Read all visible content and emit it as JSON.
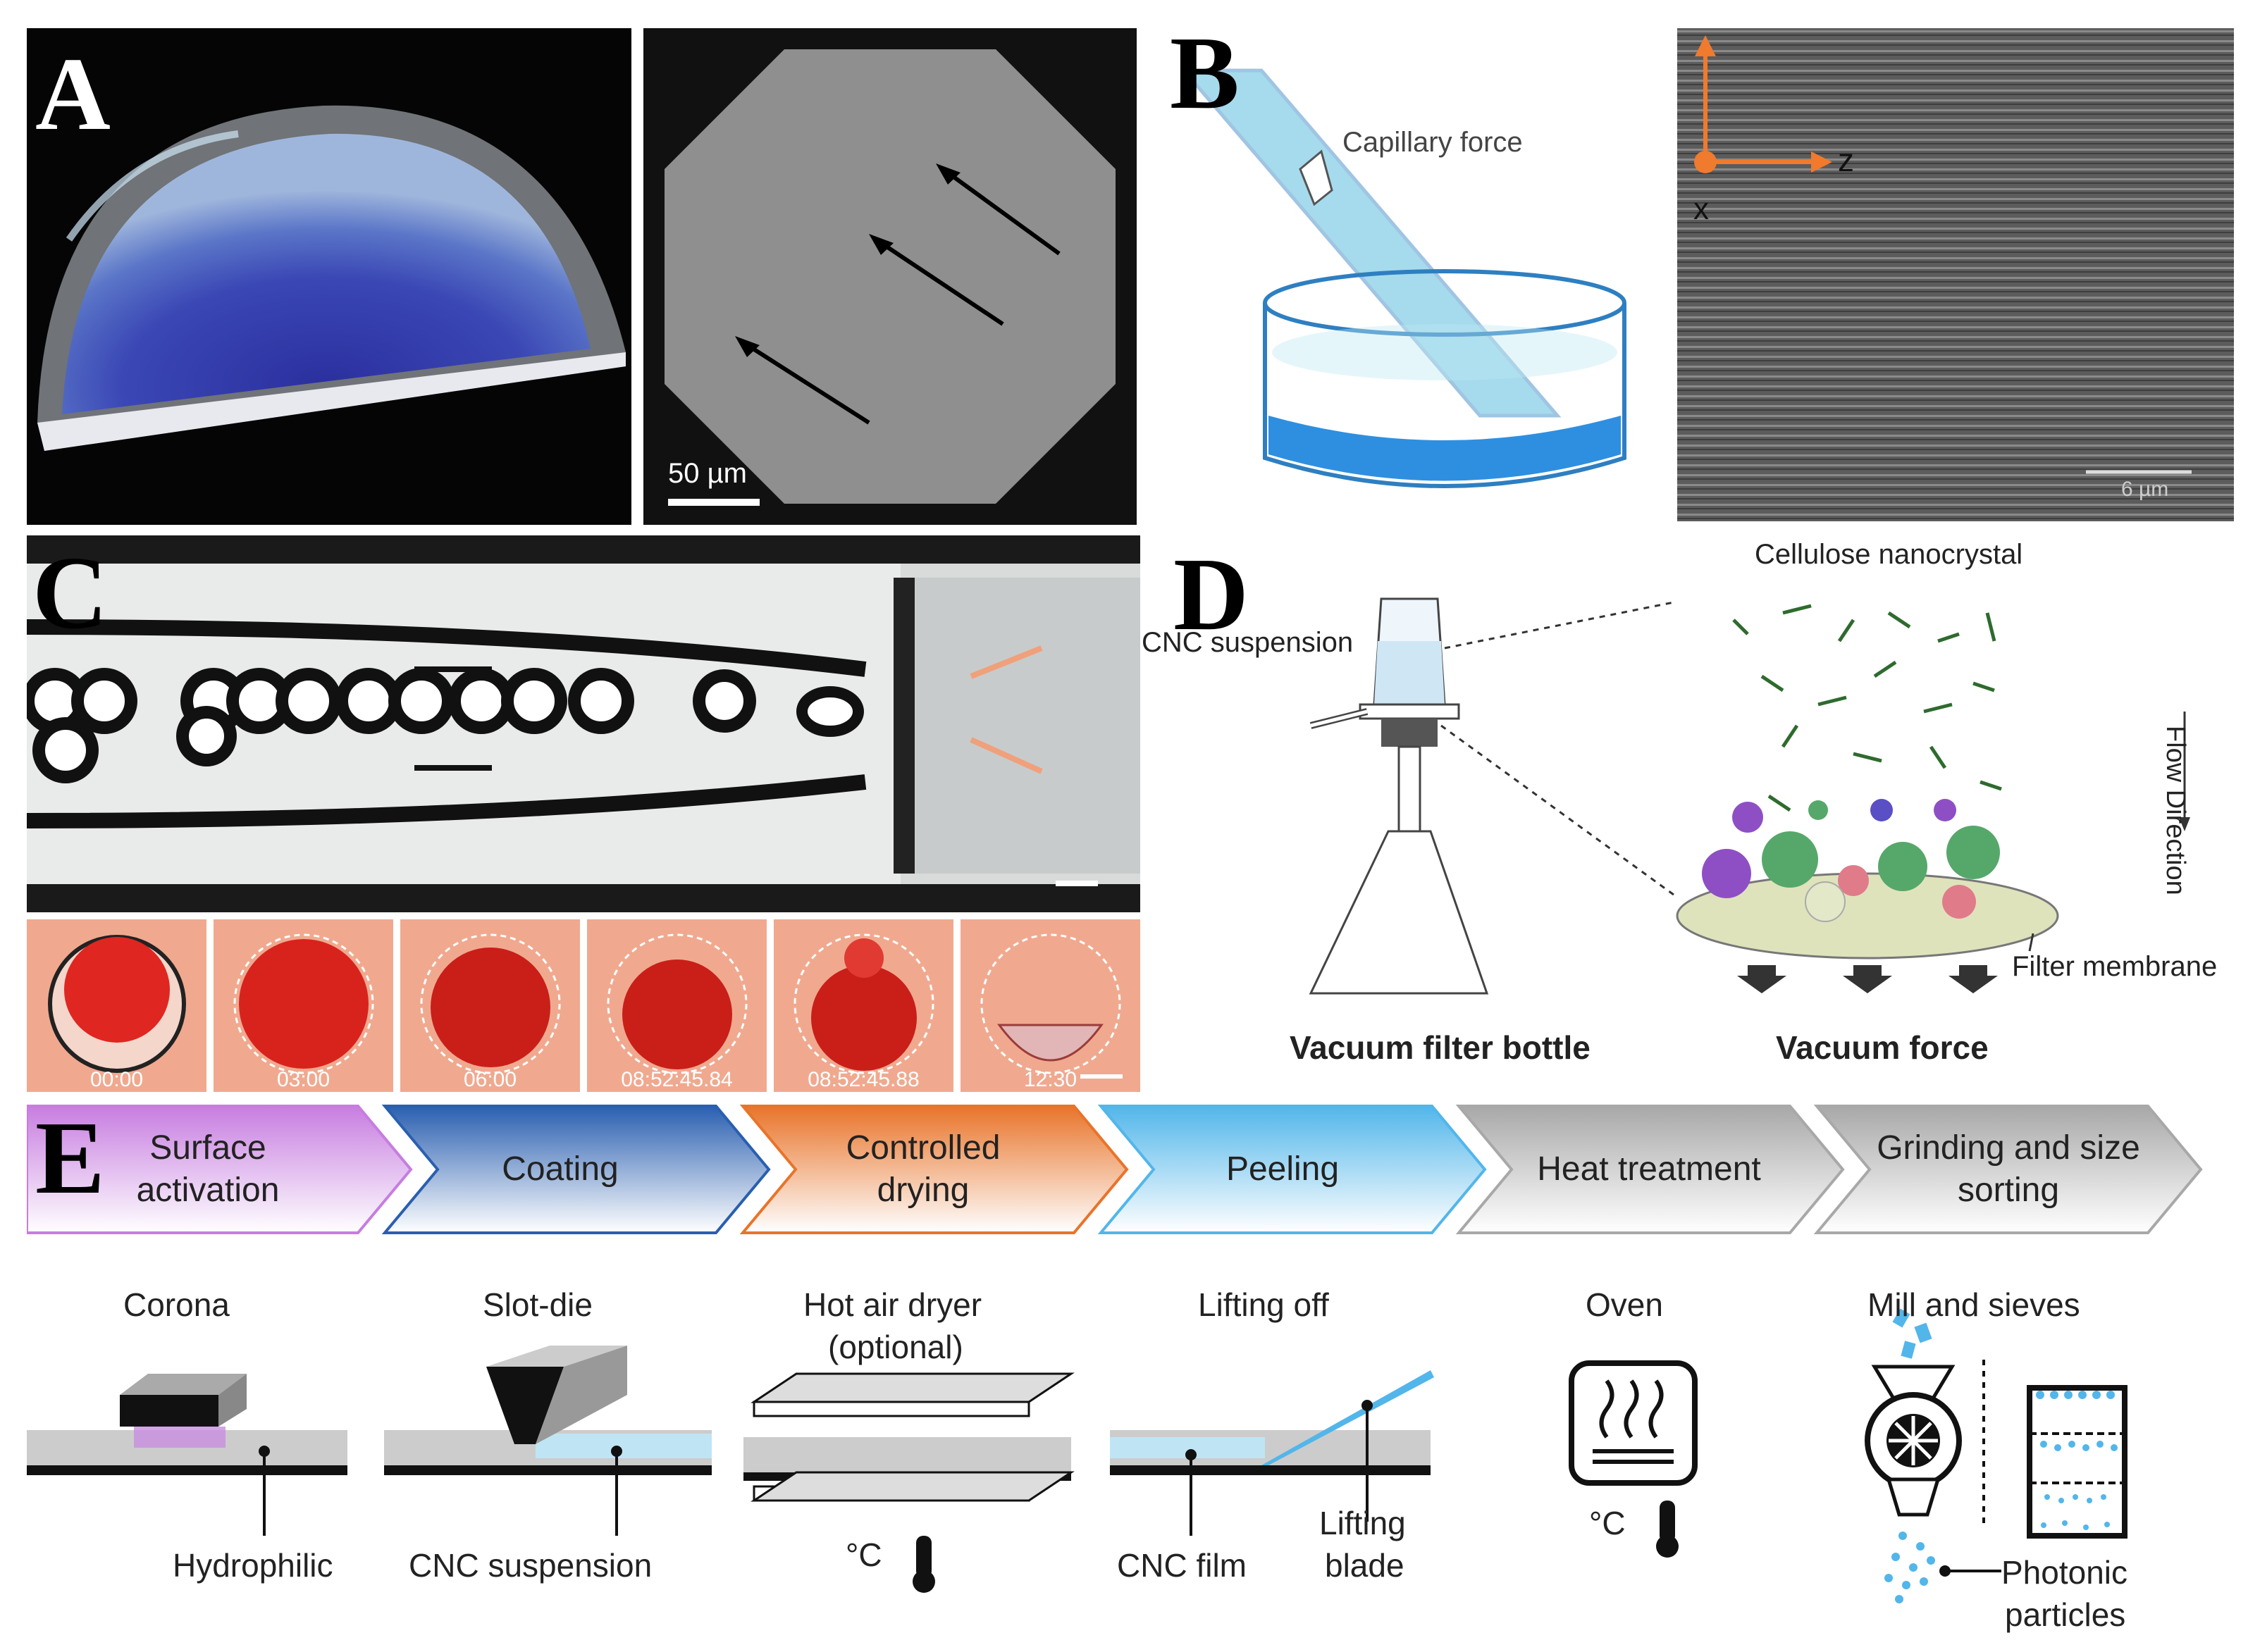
{
  "panels": {
    "A": {
      "letter": "A",
      "scale_bar": "50 µm"
    },
    "B": {
      "letter": "B",
      "capillary_label": "Capillary force",
      "axis_z": "z",
      "axis_x": "x",
      "scale_bar": "6 µm"
    },
    "C": {
      "letter": "C",
      "timestamps": [
        "00:00",
        "03:00",
        "06:00",
        "08:52:45.84",
        "08:52:45.88",
        "12:30"
      ]
    },
    "D": {
      "letter": "D",
      "cnc_suspension": "CNC suspension",
      "cellulose_nanocrystal": "Cellulose nanocrystal",
      "flow_direction": "Flow Direction",
      "filter_membrane": "Filter membrane",
      "vacuum_filter_bottle": "Vacuum filter bottle",
      "vacuum_force": "Vacuum force"
    },
    "E": {
      "letter": "E",
      "steps": [
        {
          "label": "Surface activation",
          "color": "#c77de0"
        },
        {
          "label": "Coating",
          "color": "#2a5fb0"
        },
        {
          "label": "Controlled drying",
          "color": "#e8742a"
        },
        {
          "label": "Peeling",
          "color": "#52b6ea"
        },
        {
          "label": "Heat treatment",
          "color": "#a8a8a8"
        },
        {
          "label": "Grinding and size sorting",
          "color": "#a8a8a8"
        }
      ],
      "tools": {
        "corona": "Corona",
        "hydrophilic": "Hydrophilic",
        "slot_die": "Slot-die",
        "cnc_suspension": "CNC suspension",
        "hot_air_dryer": "Hot air dryer",
        "optional": "(optional)",
        "deg_c_1": "°C",
        "lifting_off": "Lifting off",
        "cnc_film": "CNC film",
        "lifting": "Lifting",
        "blade": "blade",
        "oven": "Oven",
        "deg_c_2": "°C",
        "mill_and_sieves": "Mill and sieves",
        "photonic": "Photonic",
        "particles": "particles"
      }
    }
  }
}
